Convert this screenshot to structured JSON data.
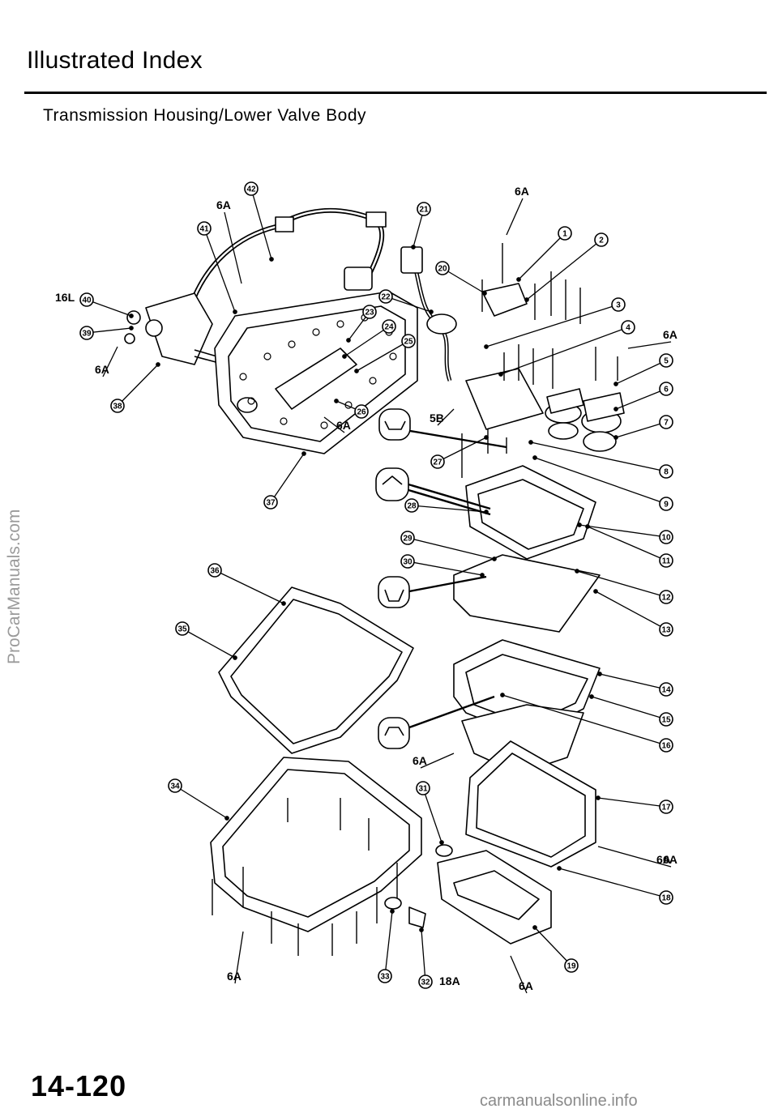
{
  "header": {
    "title": "Illustrated Index",
    "subtitle": "Transmission Housing/Lower Valve Body"
  },
  "watermark": "ProCarManuals.com",
  "page_number": "14-120",
  "footer": "carmanualsonline.info",
  "diagram": {
    "callouts": [
      {
        "num": "1"
      },
      {
        "num": "2"
      },
      {
        "num": "3"
      },
      {
        "num": "4"
      },
      {
        "num": "5"
      },
      {
        "num": "6"
      },
      {
        "num": "7"
      },
      {
        "num": "8"
      },
      {
        "num": "9"
      },
      {
        "num": "10"
      },
      {
        "num": "11"
      },
      {
        "num": "12"
      },
      {
        "num": "13"
      },
      {
        "num": "14"
      },
      {
        "num": "15"
      },
      {
        "num": "16"
      },
      {
        "num": "17"
      },
      {
        "num": "18"
      },
      {
        "num": "19"
      },
      {
        "num": "20"
      },
      {
        "num": "21"
      },
      {
        "num": "22"
      },
      {
        "num": "23"
      },
      {
        "num": "24"
      },
      {
        "num": "25"
      },
      {
        "num": "26"
      },
      {
        "num": "27"
      },
      {
        "num": "28"
      },
      {
        "num": "29"
      },
      {
        "num": "30"
      },
      {
        "num": "31"
      },
      {
        "num": "32"
      },
      {
        "num": "33"
      },
      {
        "num": "34"
      },
      {
        "num": "35"
      },
      {
        "num": "36"
      },
      {
        "num": "37"
      },
      {
        "num": "38"
      },
      {
        "num": "39"
      },
      {
        "num": "40"
      },
      {
        "num": "41"
      },
      {
        "num": "42"
      }
    ],
    "torque_labels": [
      "6A",
      "6A",
      "16L",
      "6A",
      "6A",
      "5B",
      "6A",
      "6A",
      "6A",
      "6A",
      "18A",
      "6A",
      "6A"
    ]
  }
}
